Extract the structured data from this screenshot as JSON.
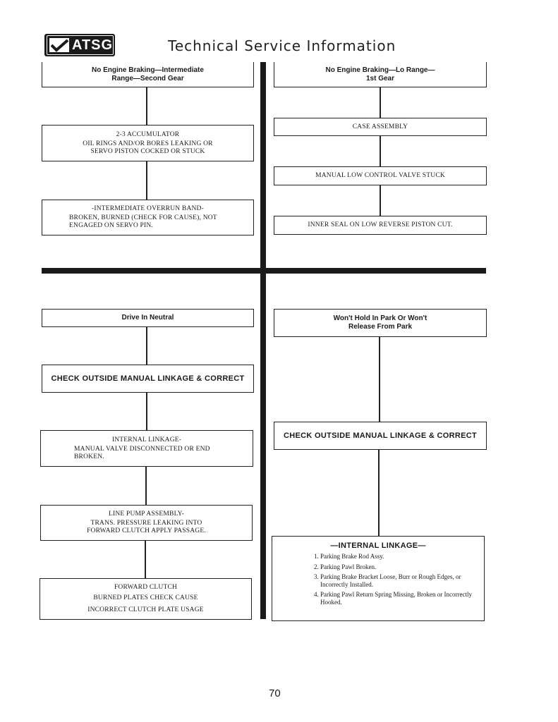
{
  "header": {
    "logo_text": "ATSG",
    "title": "Technical Service Information"
  },
  "top_left": {
    "heading": [
      "No Engine Braking—Intermediate",
      "Range—Second Gear"
    ],
    "step1": [
      "2-3 ACCUMULATOR",
      "OIL RINGS AND/OR BORES LEAKING OR",
      "SERVO PISTON COCKED OR STUCK"
    ],
    "step2": [
      "-INTERMEDIATE OVERRUN BAND-",
      "BROKEN, BURNED (CHECK FOR CAUSE), NOT",
      "ENGAGED ON SERVO PIN."
    ]
  },
  "top_right": {
    "heading": [
      "No Engine Braking—Lo Range—",
      "1st Gear"
    ],
    "step1": "CASE ASSEMBLY",
    "step2": "MANUAL LOW CONTROL VALVE STUCK",
    "step3": "INNER SEAL ON LOW REVERSE PISTON CUT."
  },
  "bottom_left": {
    "heading": "Drive In Neutral",
    "step1": "CHECK OUTSIDE MANUAL LINKAGE & CORRECT",
    "step2": [
      "INTERNAL LINKAGE-",
      "MANUAL VALVE DISCONNECTED OR END",
      "BROKEN."
    ],
    "step3": [
      "LINE PUMP ASSEMBLY-",
      "TRANS. PRESSURE LEAKING INTO",
      "FORWARD CLUTCH APPLY PASSAGE."
    ],
    "step4": [
      "FORWARD CLUTCH",
      "BURNED PLATES CHECK CAUSE",
      "INCORRECT CLUTCH PLATE USAGE"
    ]
  },
  "bottom_right": {
    "heading": [
      "Won't Hold In Park Or Won't",
      "Release From Park"
    ],
    "step1": "CHECK OUTSIDE MANUAL LINKAGE & CORRECT",
    "step2_title": "—INTERNAL LINKAGE—",
    "step2_items": [
      "Parking Brake Rod Assy.",
      "Parking Pawl Broken.",
      "Parking Brake Bracket Loose, Burr or Rough Edges, or Incorrectly Installed.",
      "Parking Pawl Return Spring Missing, Broken or Incorrectly Hooked."
    ]
  },
  "footer": {
    "page_number": "70"
  }
}
